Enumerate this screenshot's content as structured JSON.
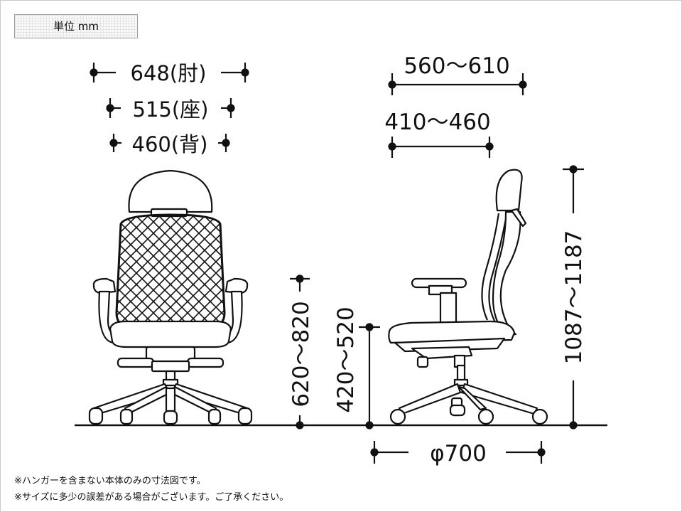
{
  "unit_label": "単位 mm",
  "dimensions": {
    "armrest_width": "648(肘)",
    "seat_width": "515(座)",
    "back_width": "460(背)",
    "depth_overall": "560〜610",
    "depth_seat": "410〜460",
    "armrest_height": "620〜820",
    "seat_height": "420〜520",
    "total_height": "1087〜1187",
    "base_diameter": "φ700"
  },
  "notes": [
    "※ハンガーを含まない本体のみの寸法図です。",
    "※サイズに多少の誤差がある場合がございます。ご了承ください。"
  ],
  "icons": [
    "front-chair-drawing",
    "side-chair-drawing"
  ],
  "colors": {
    "line": "#111111",
    "frame": "#c9c9c9"
  }
}
